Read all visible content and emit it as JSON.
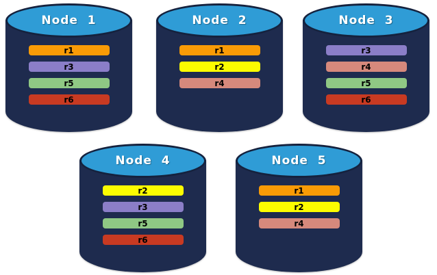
{
  "diagram": {
    "description_colors": {
      "background": "#FFFFFF",
      "cylinder_body": "#1E2B4E",
      "cylinder_top": "#2F9CD6",
      "cylinder_outline": "#15223E",
      "title_text": "#FFFFFF",
      "bar_text": "#000000"
    }
  },
  "nodes": [
    {
      "title": "Node  1",
      "replicas": [
        {
          "label": "r1",
          "color": "#F99B06"
        },
        {
          "label": "r3",
          "color": "#8B7EC8"
        },
        {
          "label": "r5",
          "color": "#8FC884"
        },
        {
          "label": "r6",
          "color": "#C83A22"
        }
      ]
    },
    {
      "title": "Node  2",
      "replicas": [
        {
          "label": "r1",
          "color": "#F99B06"
        },
        {
          "label": "r2",
          "color": "#FCFC00"
        },
        {
          "label": "r4",
          "color": "#D6897C"
        }
      ]
    },
    {
      "title": "Node  3",
      "replicas": [
        {
          "label": "r3",
          "color": "#8B7EC8"
        },
        {
          "label": "r4",
          "color": "#D6897C"
        },
        {
          "label": "r5",
          "color": "#8FC884"
        },
        {
          "label": "r6",
          "color": "#C83A22"
        }
      ]
    },
    {
      "title": "Node  4",
      "replicas": [
        {
          "label": "r2",
          "color": "#FCFC00"
        },
        {
          "label": "r3",
          "color": "#8B7EC8"
        },
        {
          "label": "r5",
          "color": "#8FC884"
        },
        {
          "label": "r6",
          "color": "#C83A22"
        }
      ]
    },
    {
      "title": "Node  5",
      "replicas": [
        {
          "label": "r1",
          "color": "#F99B06"
        },
        {
          "label": "r2",
          "color": "#FCFC00"
        },
        {
          "label": "r4",
          "color": "#D6897C"
        }
      ]
    }
  ]
}
